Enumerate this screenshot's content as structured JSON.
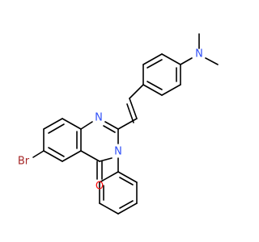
{
  "molecule": {
    "atoms": {
      "N1": {
        "text": "N",
        "color": "#3050F8"
      },
      "N3": {
        "text": "N",
        "color": "#3050F8"
      },
      "N_amine": {
        "text": "N",
        "color": "#3050F8"
      },
      "O": {
        "text": "O",
        "color": "#FF0D0D"
      },
      "Br": {
        "text": "Br",
        "color": "#A62929"
      }
    },
    "bond_color": "#000000"
  }
}
